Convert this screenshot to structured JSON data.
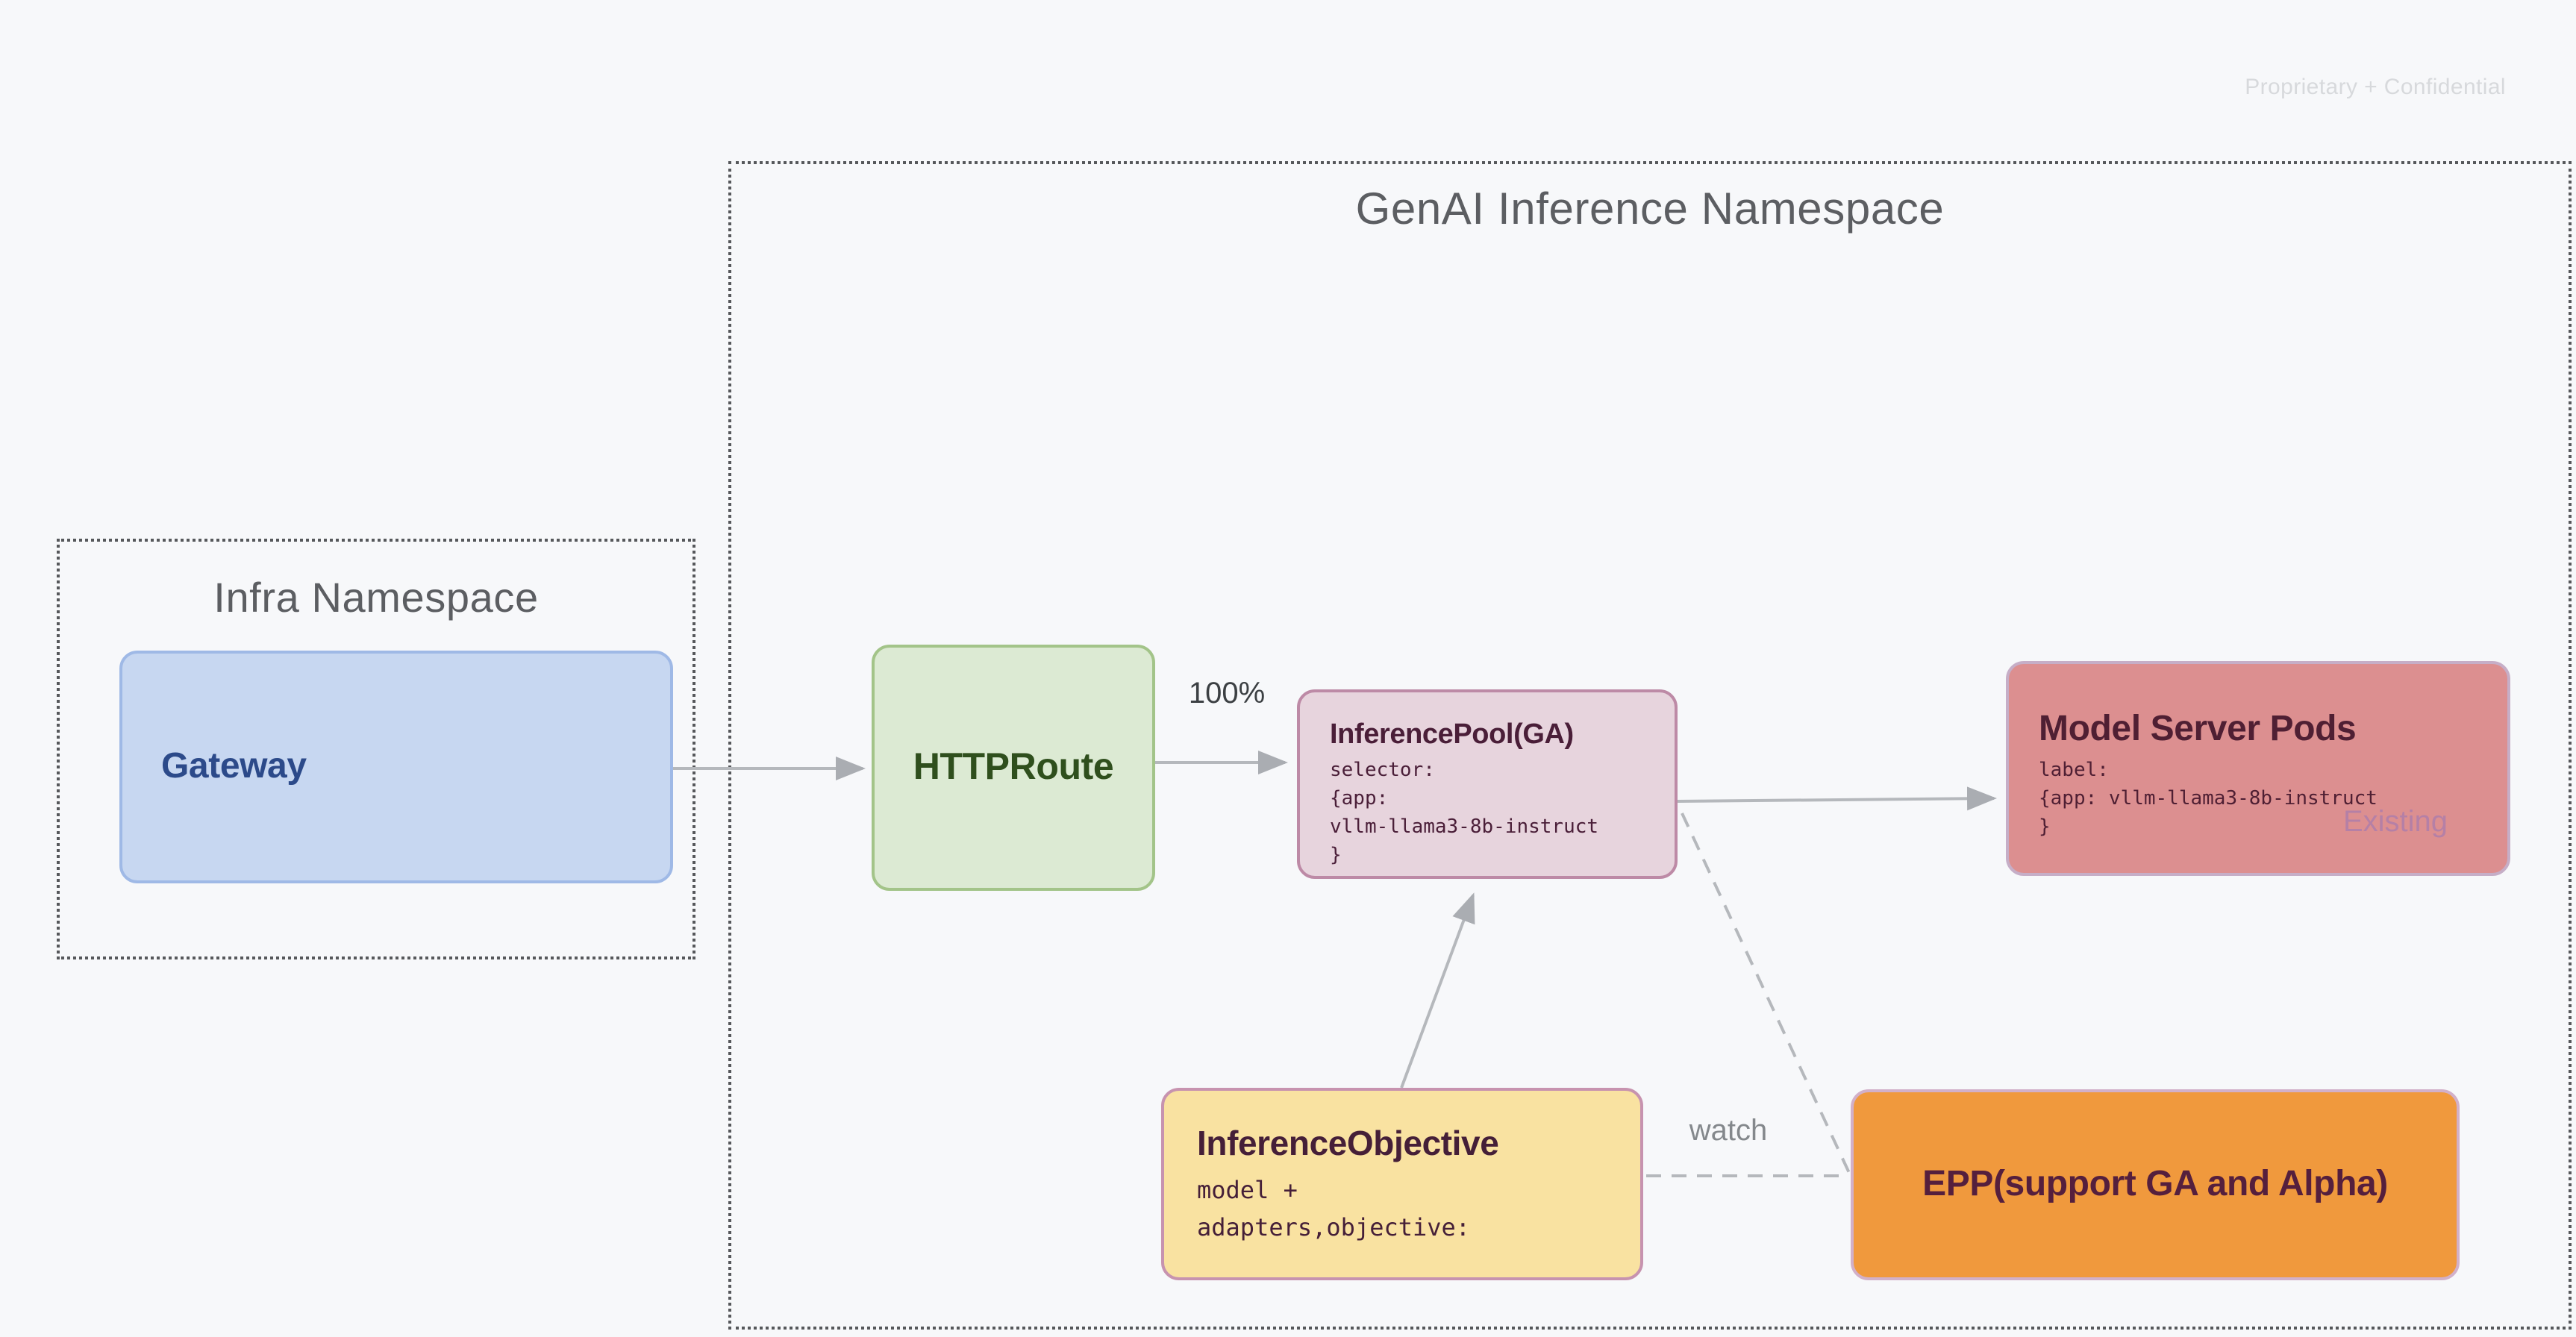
{
  "slide": {
    "watermark": "Proprietary + Confidential",
    "background": "#f7f8fa"
  },
  "namespaces": {
    "infra": {
      "title": "Infra Namespace"
    },
    "genai": {
      "title": "GenAI Inference Namespace"
    }
  },
  "nodes": {
    "gateway": {
      "title": "Gateway",
      "fill": "#c7d7f1",
      "border": "#9fb9e6",
      "text_color": "#2c4a8a"
    },
    "httproute": {
      "title": "HTTPRoute",
      "fill": "#dcead3",
      "border": "#a3c489",
      "text_color": "#2f4f1d"
    },
    "inference_pool": {
      "title": "InferencePool(GA)",
      "code_lines": [
        "selector:",
        "{app:",
        "vllm-llama3-8b-instruct",
        "}"
      ],
      "fill": "#e7d4dd",
      "border": "#bd8aa6",
      "text_color": "#4a1e38"
    },
    "model_server_pods": {
      "title": "Model Server Pods",
      "code_lines": [
        "label:",
        "{app: vllm-llama3-8b-instruct",
        "}"
      ],
      "tag": "Existing",
      "fill": "#dc8f90",
      "border": "#c6aec7",
      "text_color": "#4f1f33"
    },
    "inference_objective": {
      "title": "InferenceObjective",
      "code_lines": [
        "model +",
        "adapters,objective:"
      ],
      "fill": "#f9e2a1",
      "border": "#c793af",
      "text_color": "#451f38"
    },
    "epp": {
      "title": "EPP(support GA and Alpha)",
      "fill": "#f0993d",
      "border": "#d2b0c9",
      "text_color": "#551f3d"
    }
  },
  "edges": {
    "gateway_to_httproute": {
      "type": "solid-arrow",
      "label": ""
    },
    "httproute_to_pool": {
      "type": "solid-arrow",
      "label": "100%"
    },
    "pool_to_model_server_pods": {
      "type": "solid-arrow",
      "label": ""
    },
    "objective_to_pool": {
      "type": "solid-arrow",
      "label": ""
    },
    "pool_to_epp": {
      "type": "dashed",
      "label": ""
    },
    "objective_to_epp": {
      "type": "dashed",
      "label": "watch"
    }
  },
  "edge_colors": {
    "line": "#b5b8bc",
    "arrowhead": "#aaadb2"
  }
}
